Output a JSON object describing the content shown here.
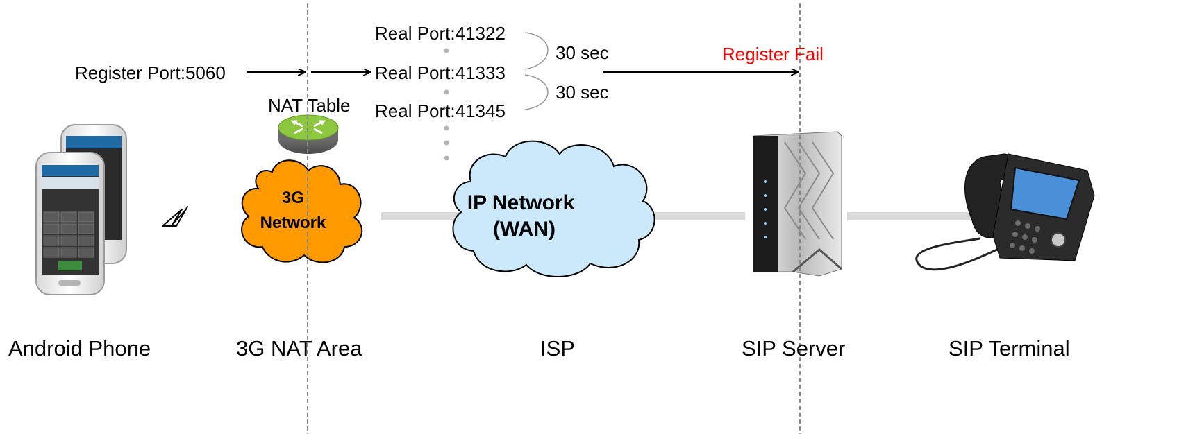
{
  "labels": {
    "register_port": "Register Port:5060",
    "nat_table": "NAT Table",
    "real_ports": [
      "Real Port:41322",
      "Real Port:41333",
      "Real Port:41345"
    ],
    "interval_1": "30 sec",
    "interval_2": "30 sec",
    "register_fail": "Register Fail",
    "cloud_3g": [
      "3G",
      "Network"
    ],
    "cloud_ip": [
      "IP Network",
      "(WAN)"
    ]
  },
  "sections": [
    "Android Phone",
    "3G NAT Area",
    "ISP",
    "SIP Server",
    "SIP Terminal"
  ],
  "icons": [
    "android-phones-icon",
    "wireless-signal-icon",
    "router-icon",
    "3g-cloud-icon",
    "ip-cloud-icon",
    "sip-server-device-icon",
    "sip-phone-icon"
  ],
  "colors": {
    "register_fail": "#ff0000",
    "cloud_3g": "#ff9900",
    "cloud_ip": "#cce9fb",
    "router": "#8dc63f",
    "link": "#d9d9d9",
    "divider": "#888888"
  }
}
